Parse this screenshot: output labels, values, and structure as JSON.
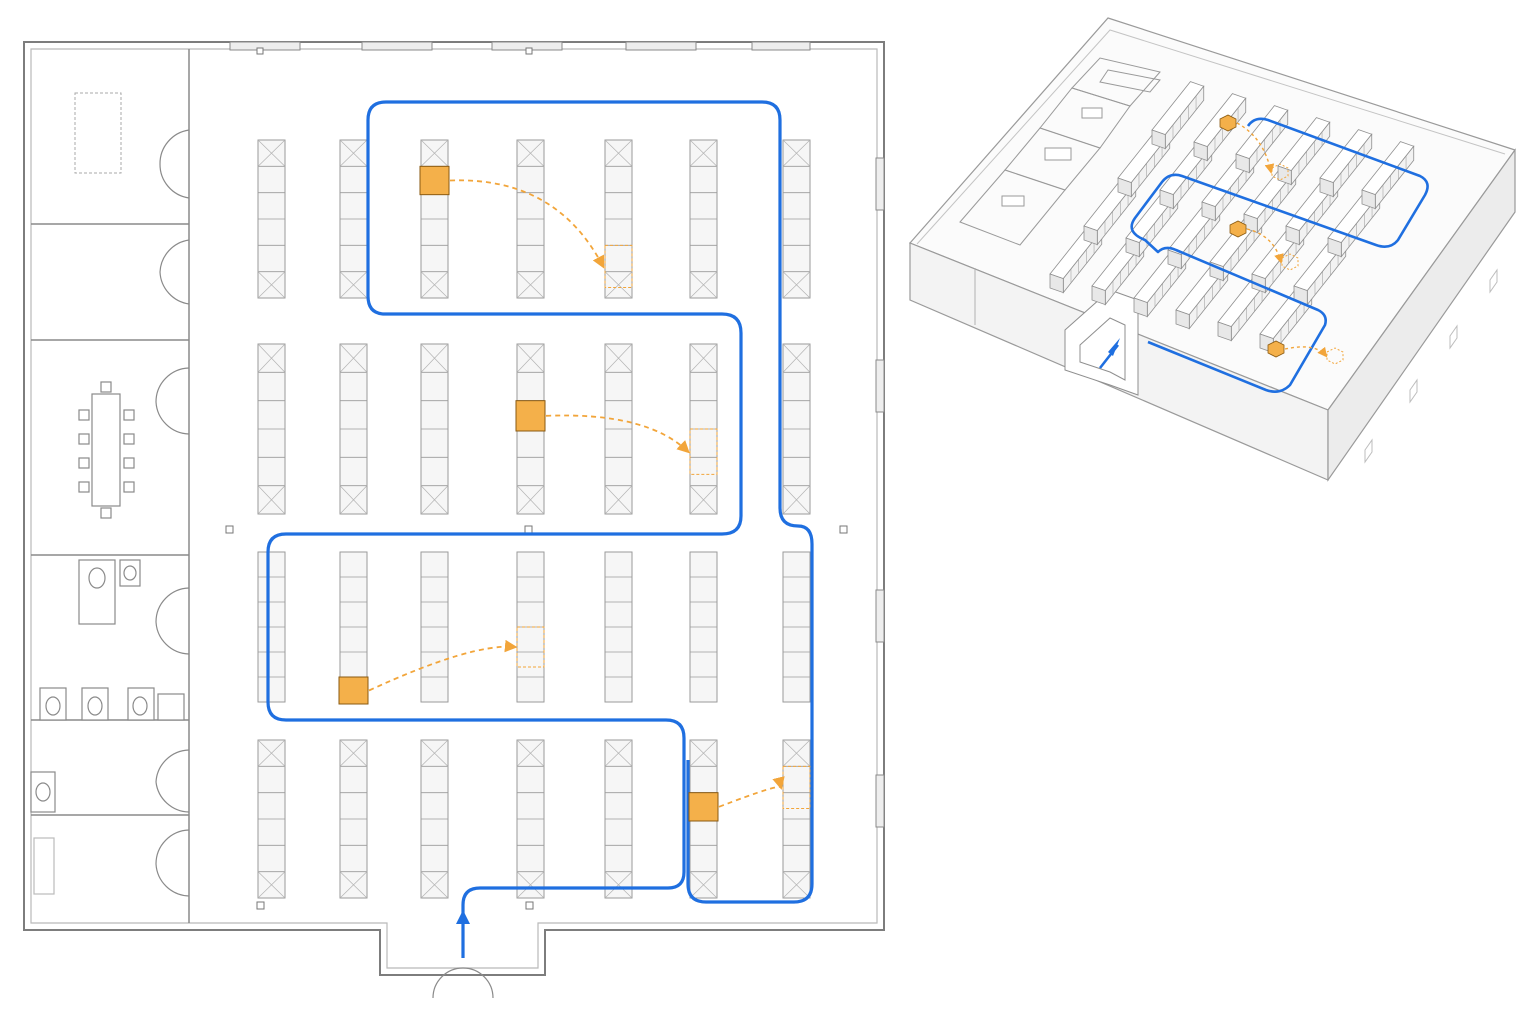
{
  "colors": {
    "wall": "#7d7d7d",
    "wall_light": "#b9b9b9",
    "rack_fill": "#f6f6f6",
    "rack_stroke": "#9a9a9a",
    "route": "#1f6fe0",
    "highlight": "#f4b04a",
    "highlight_stroke": "#8a5a12",
    "dashed_target": "#f2a53a",
    "background": "#ffffff"
  },
  "icons": {
    "entry": "arrow-up-icon",
    "door": "door-swing-icon",
    "toilet": "toilet-icon",
    "sink": "sink-icon"
  },
  "plan": {
    "rack_row_count": 4,
    "rack_column_count": 7,
    "room_count": 6,
    "picks": [
      {
        "row": 1,
        "column": 3,
        "from_slot": 2,
        "to_column": 5,
        "to_slot": 5
      },
      {
        "row": 2,
        "column": 4,
        "from_slot": 3,
        "to_column": 6,
        "to_slot": 4
      },
      {
        "row": 3,
        "column": 2,
        "from_slot": 6,
        "to_column": 4,
        "to_slot": 4
      },
      {
        "row": 4,
        "column": 6,
        "from_slot": 3,
        "to_column": 7,
        "to_slot": 2
      }
    ]
  },
  "isometric": {
    "rack_row_count": 4,
    "rack_column_count": 6,
    "pick_count": 3
  }
}
